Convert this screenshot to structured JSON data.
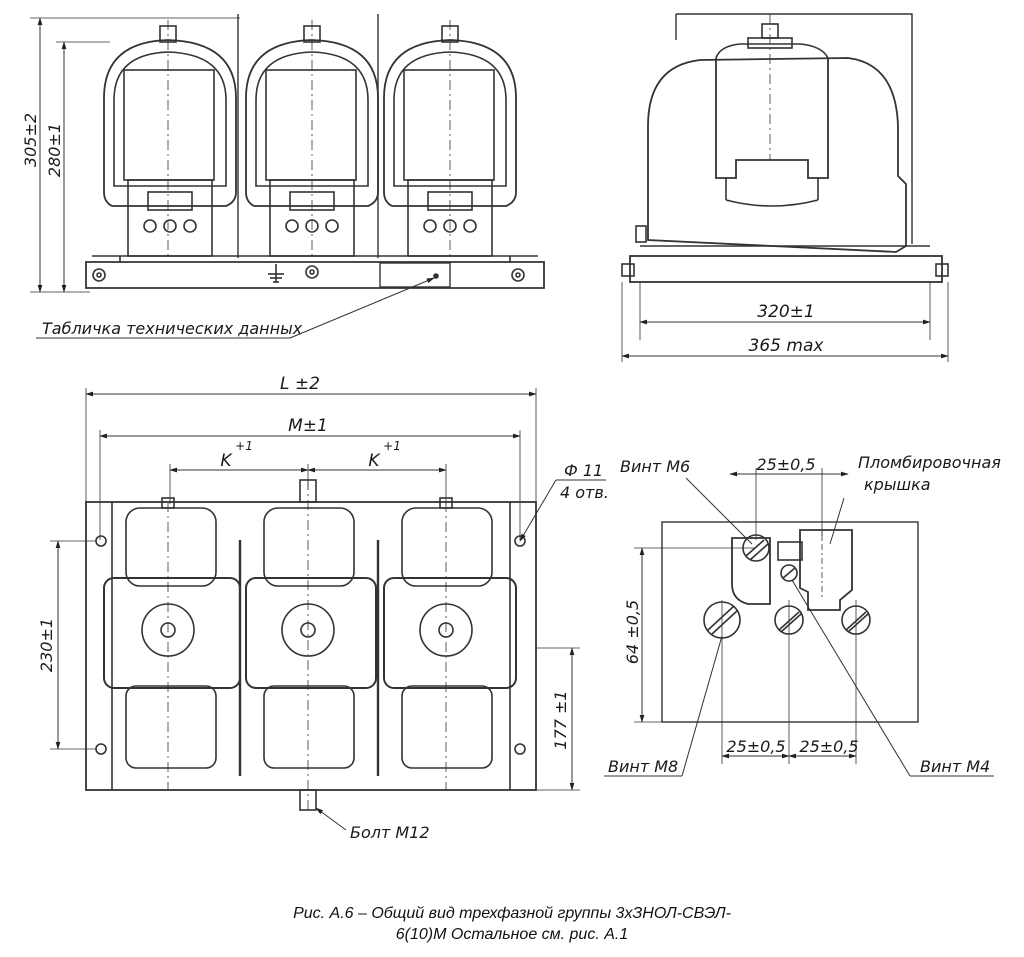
{
  "dimensions": {
    "height_total": "305±2",
    "height_core": "280±1",
    "depth_base": "320±1",
    "depth_max": "365 max",
    "length": "L ±2",
    "mount_spacing": "M±1",
    "phase_pitch": "K",
    "phase_pitch_tol": "+1",
    "mount_width": "230±1",
    "hole_offset": "177 ±1",
    "hole_diameter": "Ф 11",
    "hole_count": "4 отв.",
    "detail_top_spacing": "25±0,5",
    "detail_height": "64 ±0,5",
    "detail_bottom_spacing": "25±0,5"
  },
  "labels": {
    "nameplate": "Табличка технических данных",
    "screw_m6": "Винт М6",
    "seal_cover_line1": "Пломбировочная",
    "seal_cover_line2": "крышка",
    "screw_m8": "Винт М8",
    "screw_m4": "Винт М4",
    "bolt_m12": "Болт М12"
  },
  "caption": {
    "line1": "Рис. А.6 – Общий вид трехфазной группы 3хЗНОЛ-СВЭЛ-",
    "line2": "6(10)М Остальное см. рис. А.1"
  }
}
